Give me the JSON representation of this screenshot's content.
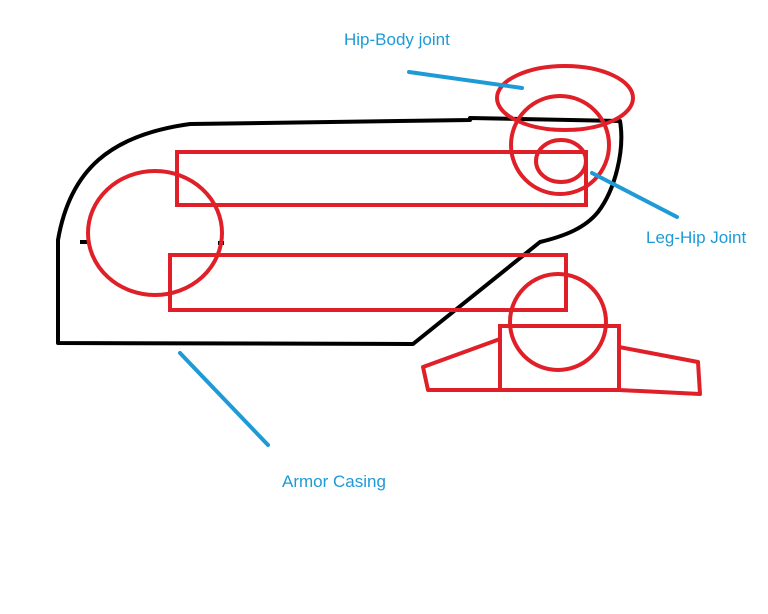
{
  "labels": {
    "hip_body_joint": "Hip-Body joint",
    "leg_hip_joint": "Leg-Hip Joint",
    "armor_casing": "Armor Casing"
  },
  "colors": {
    "background": "#ffffff",
    "outline": "#000000",
    "parts": "#e02028",
    "callout": "#1e9ad6"
  }
}
